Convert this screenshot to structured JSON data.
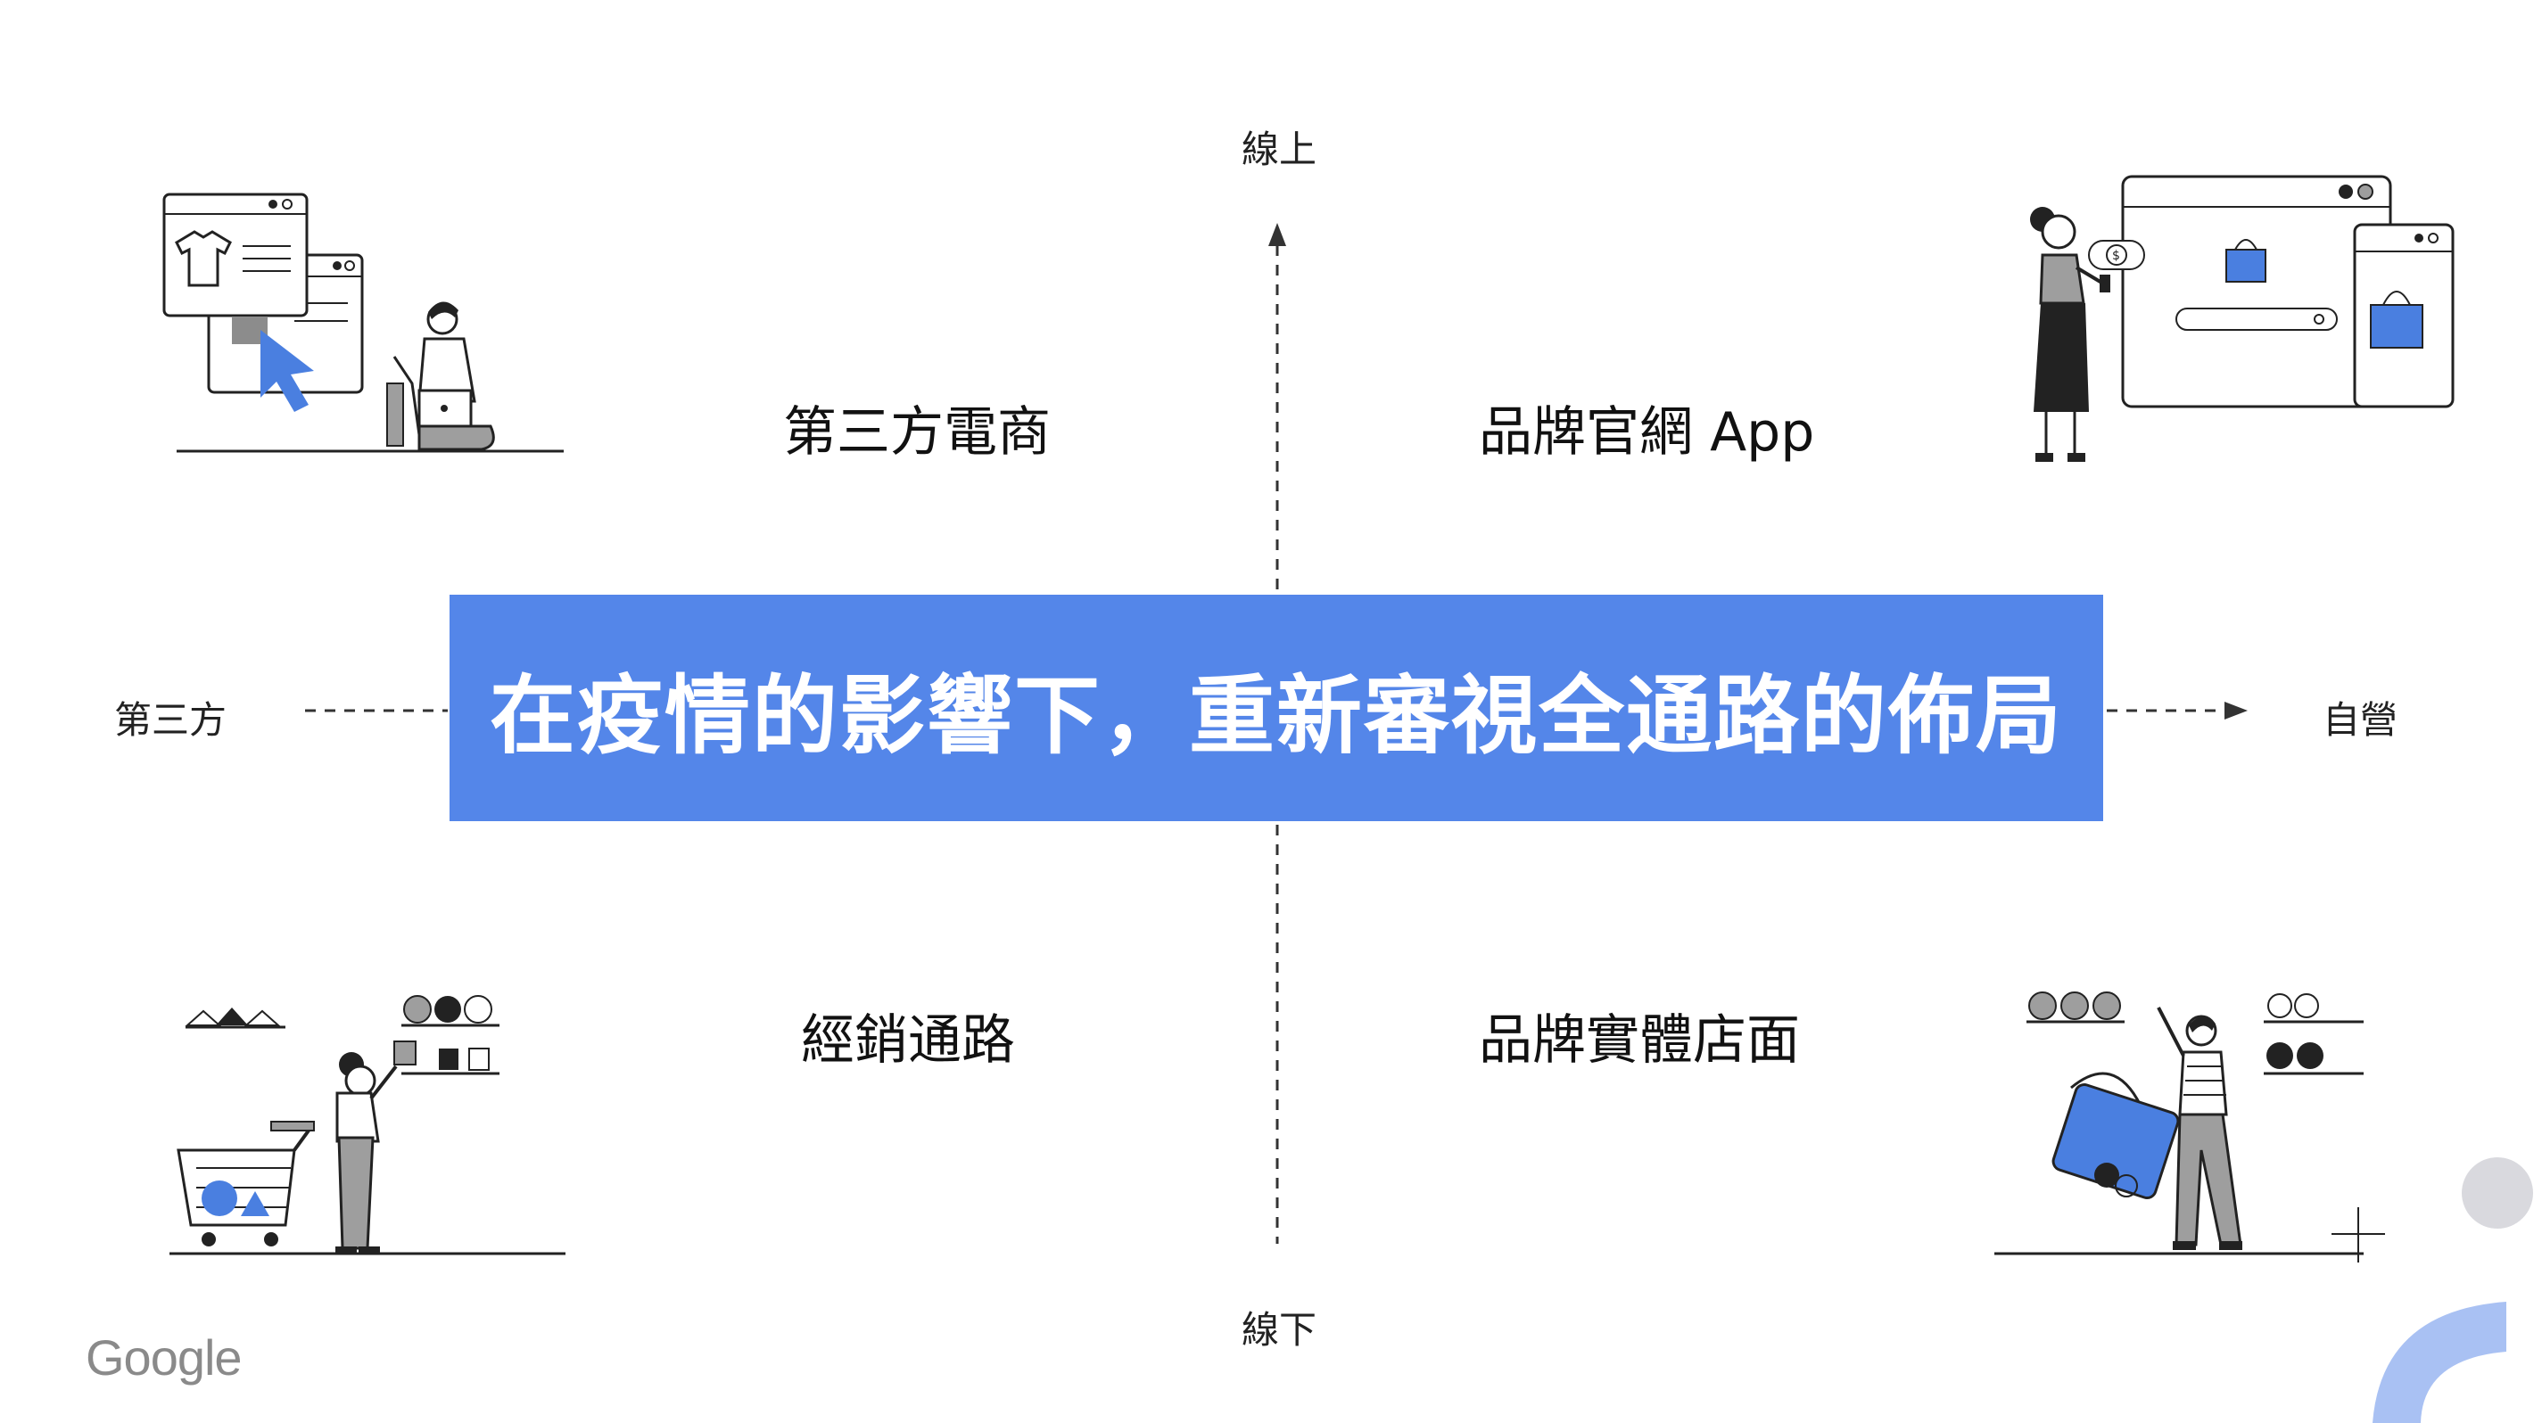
{
  "axes": {
    "top": "線上",
    "bottom": "線下",
    "left": "第三方",
    "right": "自營"
  },
  "quadrants": {
    "top_left": "第三方電商",
    "top_right": "品牌官網 App",
    "bottom_left": "經銷通路",
    "bottom_right": "品牌實體店面"
  },
  "banner": {
    "text": "在疫情的影響下，重新審視全通路的佈局"
  },
  "brand": {
    "logo": "Google"
  },
  "colors": {
    "accent_blue": "#5486e9",
    "illustration_blue": "#4a7fe0",
    "gray": "#9e9e9e",
    "light_gray": "#d9d9de",
    "light_blue": "#a9c1f3"
  }
}
